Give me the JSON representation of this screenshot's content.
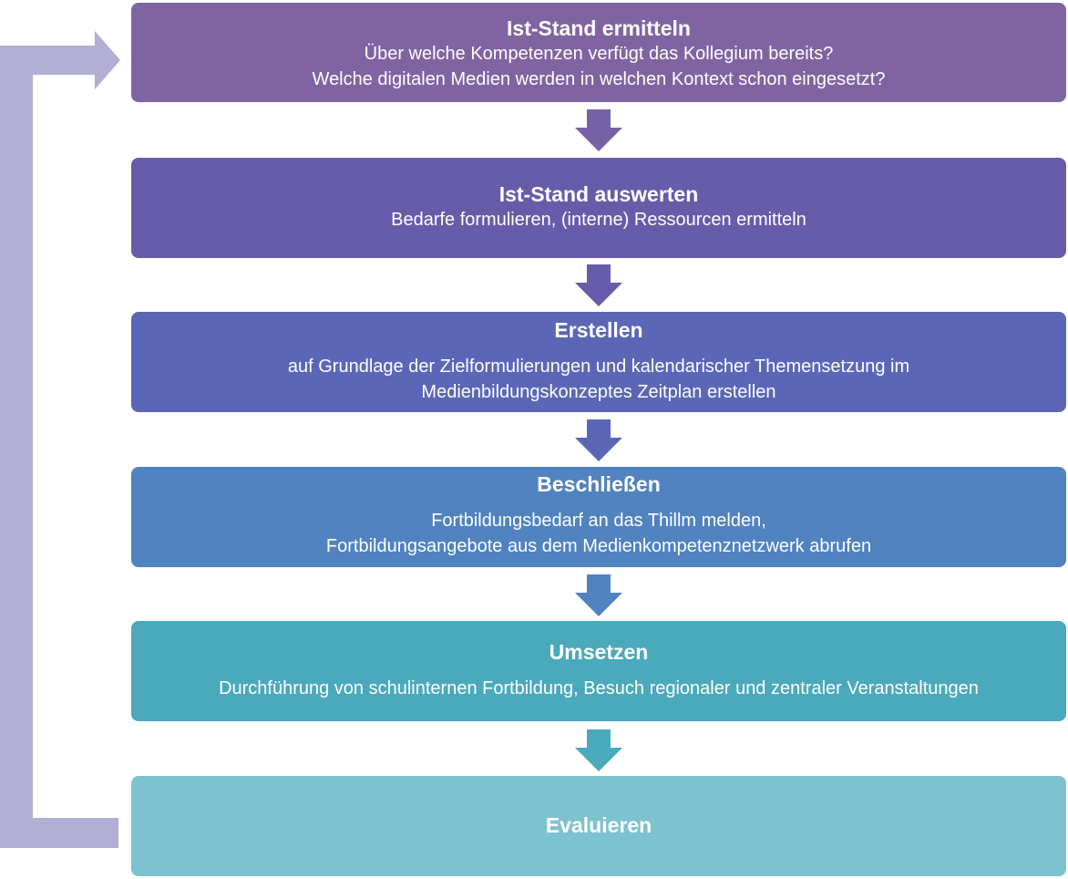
{
  "colors": {
    "loop": "#b3aed4",
    "step1": "#8064a2",
    "step2": "#675ca9",
    "step3": "#5b67b6",
    "step4": "#5083bf",
    "step5": "#4aaabb",
    "step6": "#7fc2cf"
  },
  "steps": [
    {
      "title": "Ist-Stand ermitteln",
      "desc1": "Über welche Kompetenzen verfügt das Kollegium bereits?",
      "desc2": "Welche digitalen Medien werden in welchen Kontext schon eingesetzt?"
    },
    {
      "title": "Ist-Stand auswerten",
      "desc1": "Bedarfe formulieren, (interne) Ressourcen ermitteln"
    },
    {
      "title": "Erstellen",
      "desc1": "auf Grundlage der Zielformulierungen und kalendarischer Themensetzung im",
      "desc2": "Medienbildungskonzeptes Zeitplan erstellen"
    },
    {
      "title": "Beschließen",
      "desc1": "Fortbildungsbedarf an das Thillm melden,",
      "desc2": "Fortbildungsangebote aus dem Medienkompetenznetzwerk abrufen"
    },
    {
      "title": "Umsetzen",
      "desc1": "Durchführung von schulinternen Fortbildung, Besuch regionaler und zentraler Veranstaltungen"
    },
    {
      "title": "Evaluieren"
    }
  ]
}
